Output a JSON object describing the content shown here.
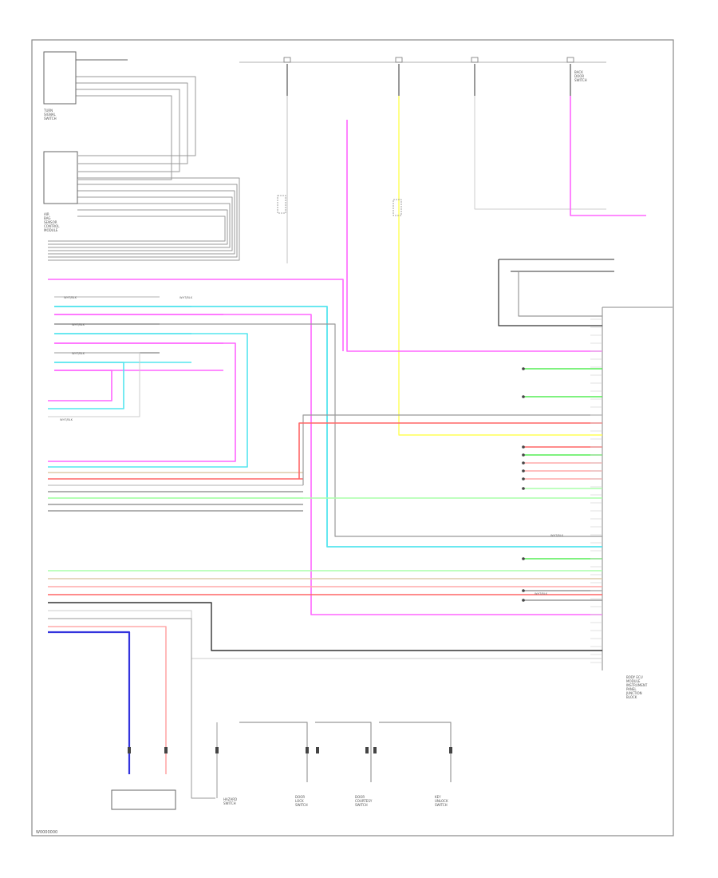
{
  "colors": {
    "frame": "#777777",
    "black": "#333333",
    "gray": "#999999",
    "light_gray": "#cccccc",
    "pink": "#ff66ff",
    "cyan": "#55e5ee",
    "yellow": "#ffff55",
    "red": "#ff6666",
    "light_red": "#ffaaaa",
    "green": "#55ee55",
    "light_green": "#aaffaa",
    "blue": "#3333dd",
    "tan": "#ddccaa",
    "white_wire": "#ffffff"
  },
  "footer": {
    "code": "W0000000"
  },
  "main_module_label": [
    "BODY ECU",
    "MODULE",
    "INSTRUMENT",
    "PANEL",
    "JUNCTION",
    "BLOCK"
  ],
  "components": [
    {
      "id": "combination-switch",
      "label": [
        "TURN",
        "SIGNAL",
        "SWITCH"
      ]
    },
    {
      "id": "module-2",
      "label": [
        "AIR",
        "BAG",
        "SENSOR",
        "CONTROL",
        "MODULE"
      ]
    },
    {
      "id": "hazard-switch",
      "label": [
        "HAZARD",
        "SWITCH"
      ]
    },
    {
      "id": "bottom-switch-1",
      "label": [
        "DOOR",
        "LOCK",
        "SWITCH"
      ]
    },
    {
      "id": "bottom-switch-2",
      "label": [
        "DOOR",
        "COURTESY",
        "SWITCH"
      ]
    },
    {
      "id": "bottom-switch-3",
      "label": [
        "KEY",
        "UNLOCK",
        "SWITCH"
      ]
    },
    {
      "id": "bottom-switch-4",
      "label": [
        "BACK",
        "DOOR",
        "SWITCH"
      ]
    }
  ],
  "wire_label": "WHT/BLK"
}
